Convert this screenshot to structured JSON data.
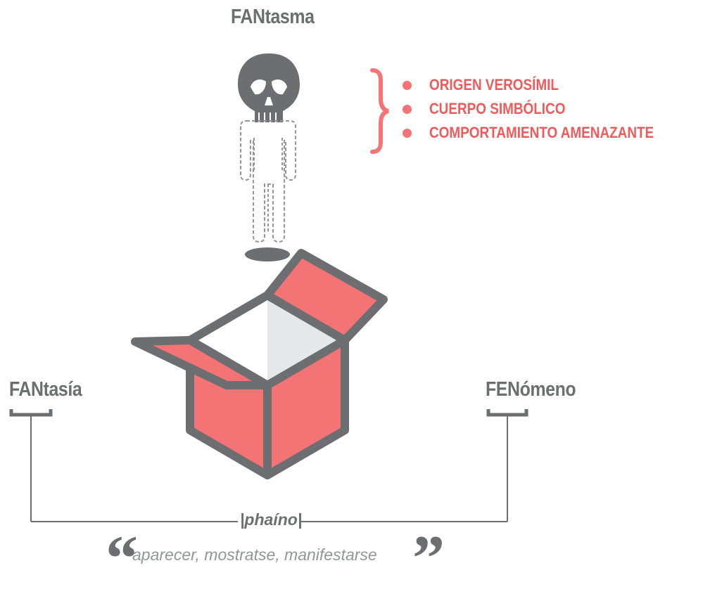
{
  "title": "FANtasma",
  "attributes": [
    {
      "label": "ORIGEN VEROSÍMIL"
    },
    {
      "label": "CUERPO SIMBÓLICO"
    },
    {
      "label": "COMPORTAMIENTO AMENAZANTE"
    }
  ],
  "left_term": "FANtasía",
  "right_term": "FENómeno",
  "root": "|phaíno|",
  "meaning": "aparecer, mostratse, manifestarse",
  "quote_open": "“",
  "quote_close": "”",
  "colors": {
    "accent": "#f47374",
    "accent_text": "#f15a5b",
    "gray": "#6d6e71",
    "light_gray": "#e6e7e8"
  },
  "icons": [
    "skull-icon",
    "ghost-body-outline",
    "open-box-icon",
    "curly-brace-icon"
  ]
}
